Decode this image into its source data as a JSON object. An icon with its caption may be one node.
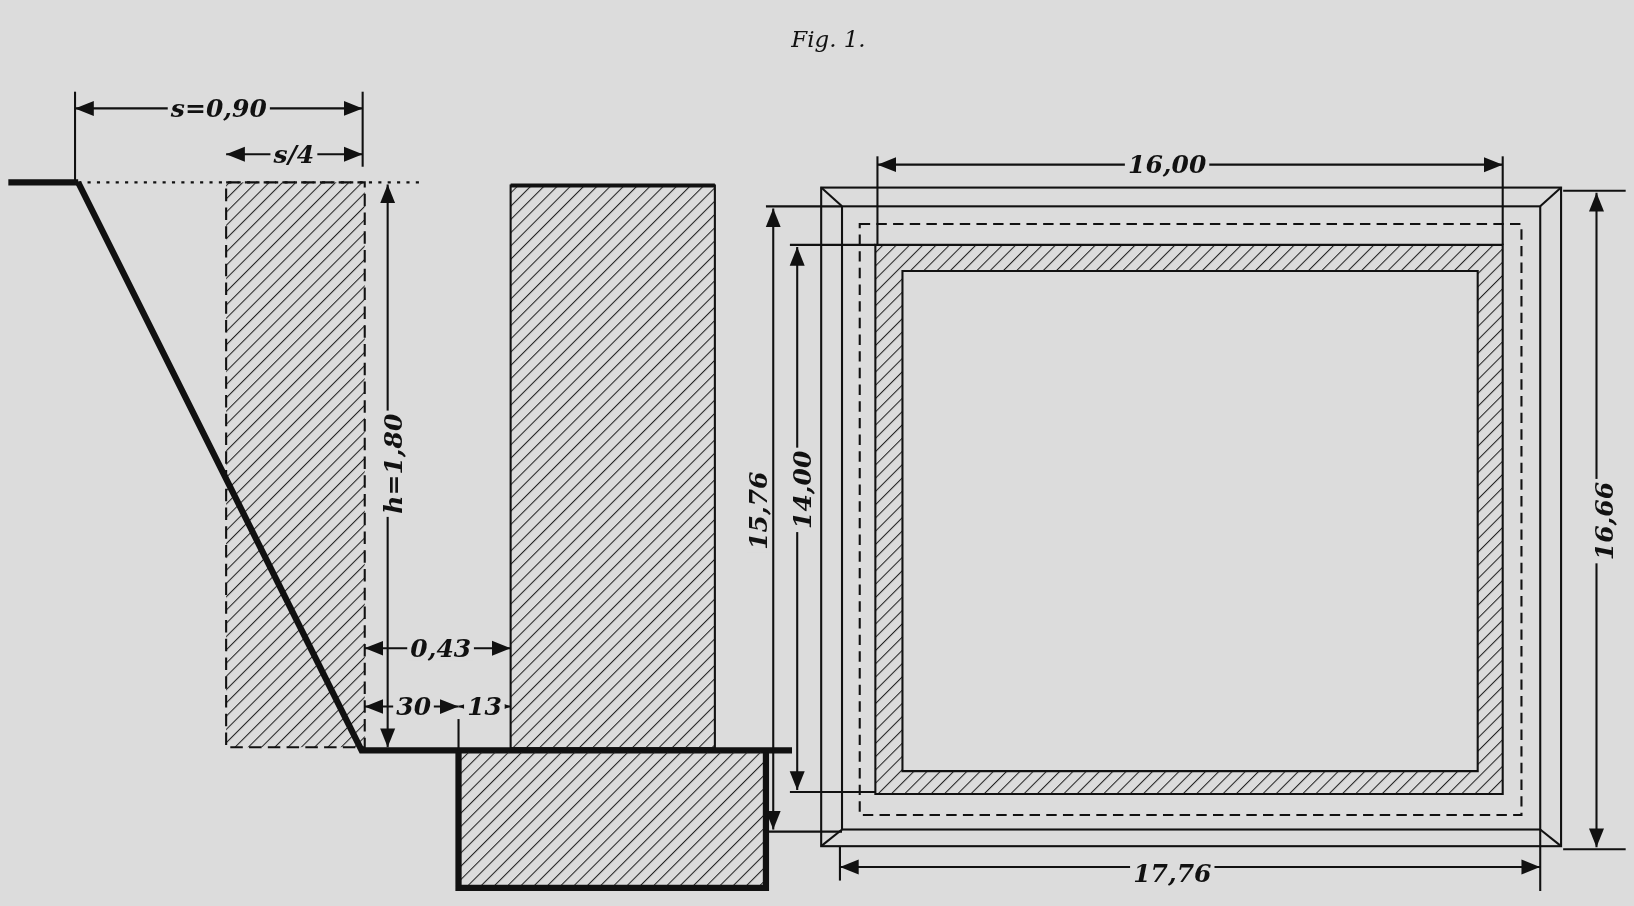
{
  "diagram": {
    "title": "Fig. 1.",
    "labels": [
      "s=0,90",
      "s/4",
      "h=1,80",
      "0,43",
      "30",
      "13",
      "16,00",
      "15,76",
      "14,00",
      "16,66",
      "17,76"
    ]
  }
}
